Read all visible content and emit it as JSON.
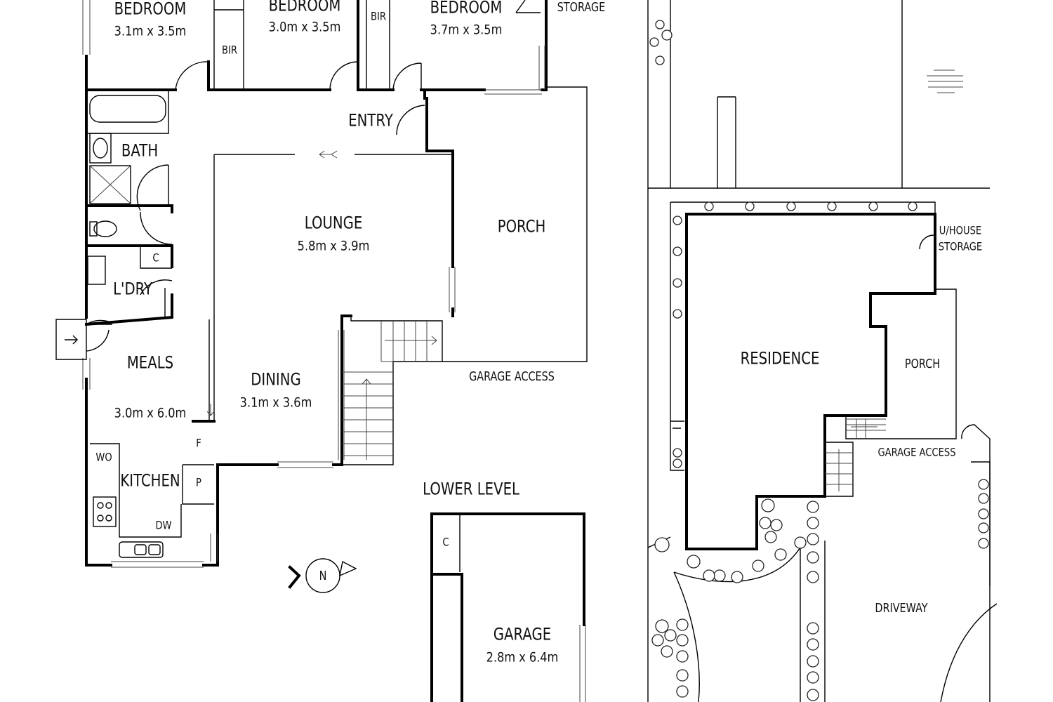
{
  "plan": {
    "north_label": "N",
    "rooms": {
      "bedroom1": {
        "name": "BEDROOM",
        "size": "3.1m x 3.5m"
      },
      "bedroom2": {
        "name": "BEDROOM",
        "size": "3.0m x 3.5m"
      },
      "bedroom3": {
        "name": "BEDROOM",
        "size": "3.7m x 3.5m"
      },
      "storage": {
        "name": "STORAGE"
      },
      "bir1": {
        "name": "BIR"
      },
      "bir2": {
        "name": "BIR"
      },
      "entry": {
        "name": "ENTRY"
      },
      "bath": {
        "name": "BATH"
      },
      "lounge": {
        "name": "LOUNGE",
        "size": "5.8m x 3.9m"
      },
      "porch": {
        "name": "PORCH"
      },
      "c_cupboard": {
        "name": "C"
      },
      "laundry": {
        "name": "L'DRY"
      },
      "meals": {
        "name": "MEALS",
        "size": "3.0m x 6.0m"
      },
      "dining": {
        "name": "DINING",
        "size": "3.1m x 3.6m"
      },
      "garage_access": {
        "name": "GARAGE ACCESS"
      },
      "fridge": {
        "name": "F"
      },
      "pantry": {
        "name": "P"
      },
      "wall_oven": {
        "name": "WO"
      },
      "kitchen": {
        "name": "KITCHEN"
      },
      "dishwasher": {
        "name": "DW"
      },
      "lower_level": {
        "name": "LOWER LEVEL"
      },
      "garage_c": {
        "name": "C"
      },
      "garage": {
        "name": "GARAGE",
        "size": "2.8m x 6.4m"
      }
    }
  },
  "site": {
    "underhouse_storage_line1": "U/HOUSE",
    "underhouse_storage_line2": "STORAGE",
    "residence": "RESIDENCE",
    "porch": "PORCH",
    "garage_access": "GARAGE ACCESS",
    "driveway": "DRIVEWAY"
  }
}
